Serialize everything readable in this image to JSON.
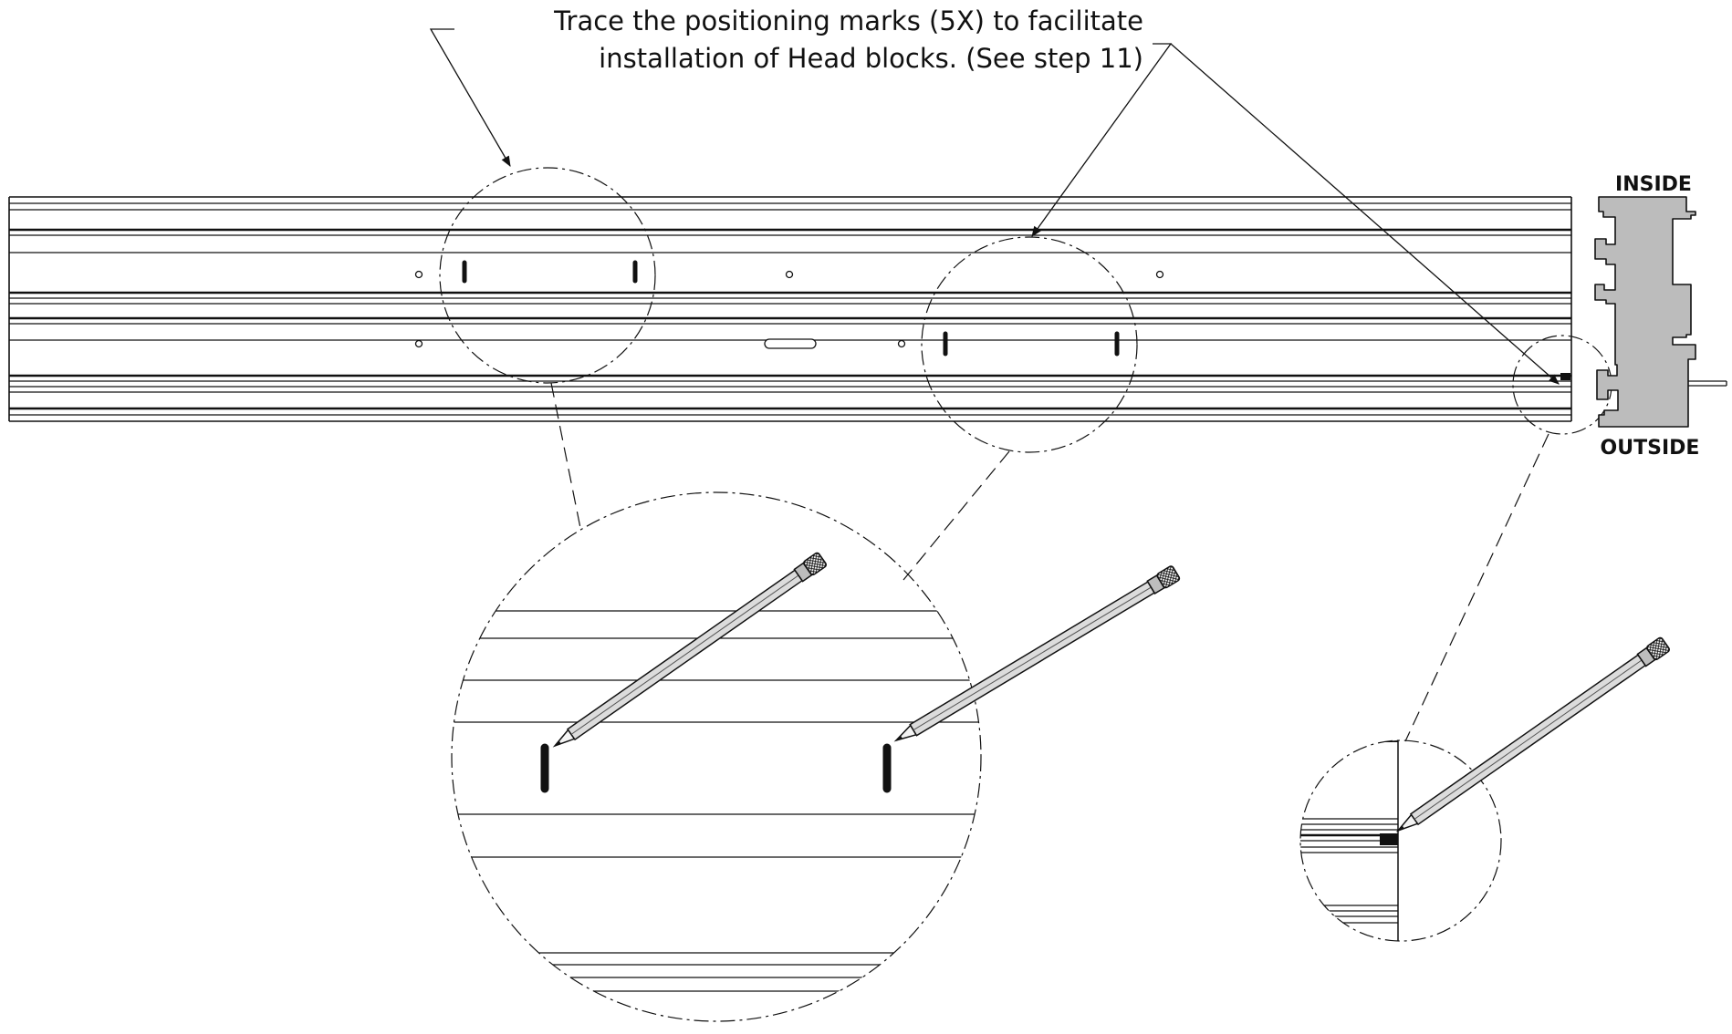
{
  "callout": {
    "line1": "Trace the positioning marks (5X) to facilitate",
    "line2": "installation of Head blocks. (See step 11)"
  },
  "profile_labels": {
    "inside": "INSIDE",
    "outside": "OUTSIDE"
  },
  "colors": {
    "ink": "#111111",
    "profile_fill": "#bcbcbc",
    "pencil_body": "#dddddd",
    "pencil_tip": "#f2f2f2"
  }
}
